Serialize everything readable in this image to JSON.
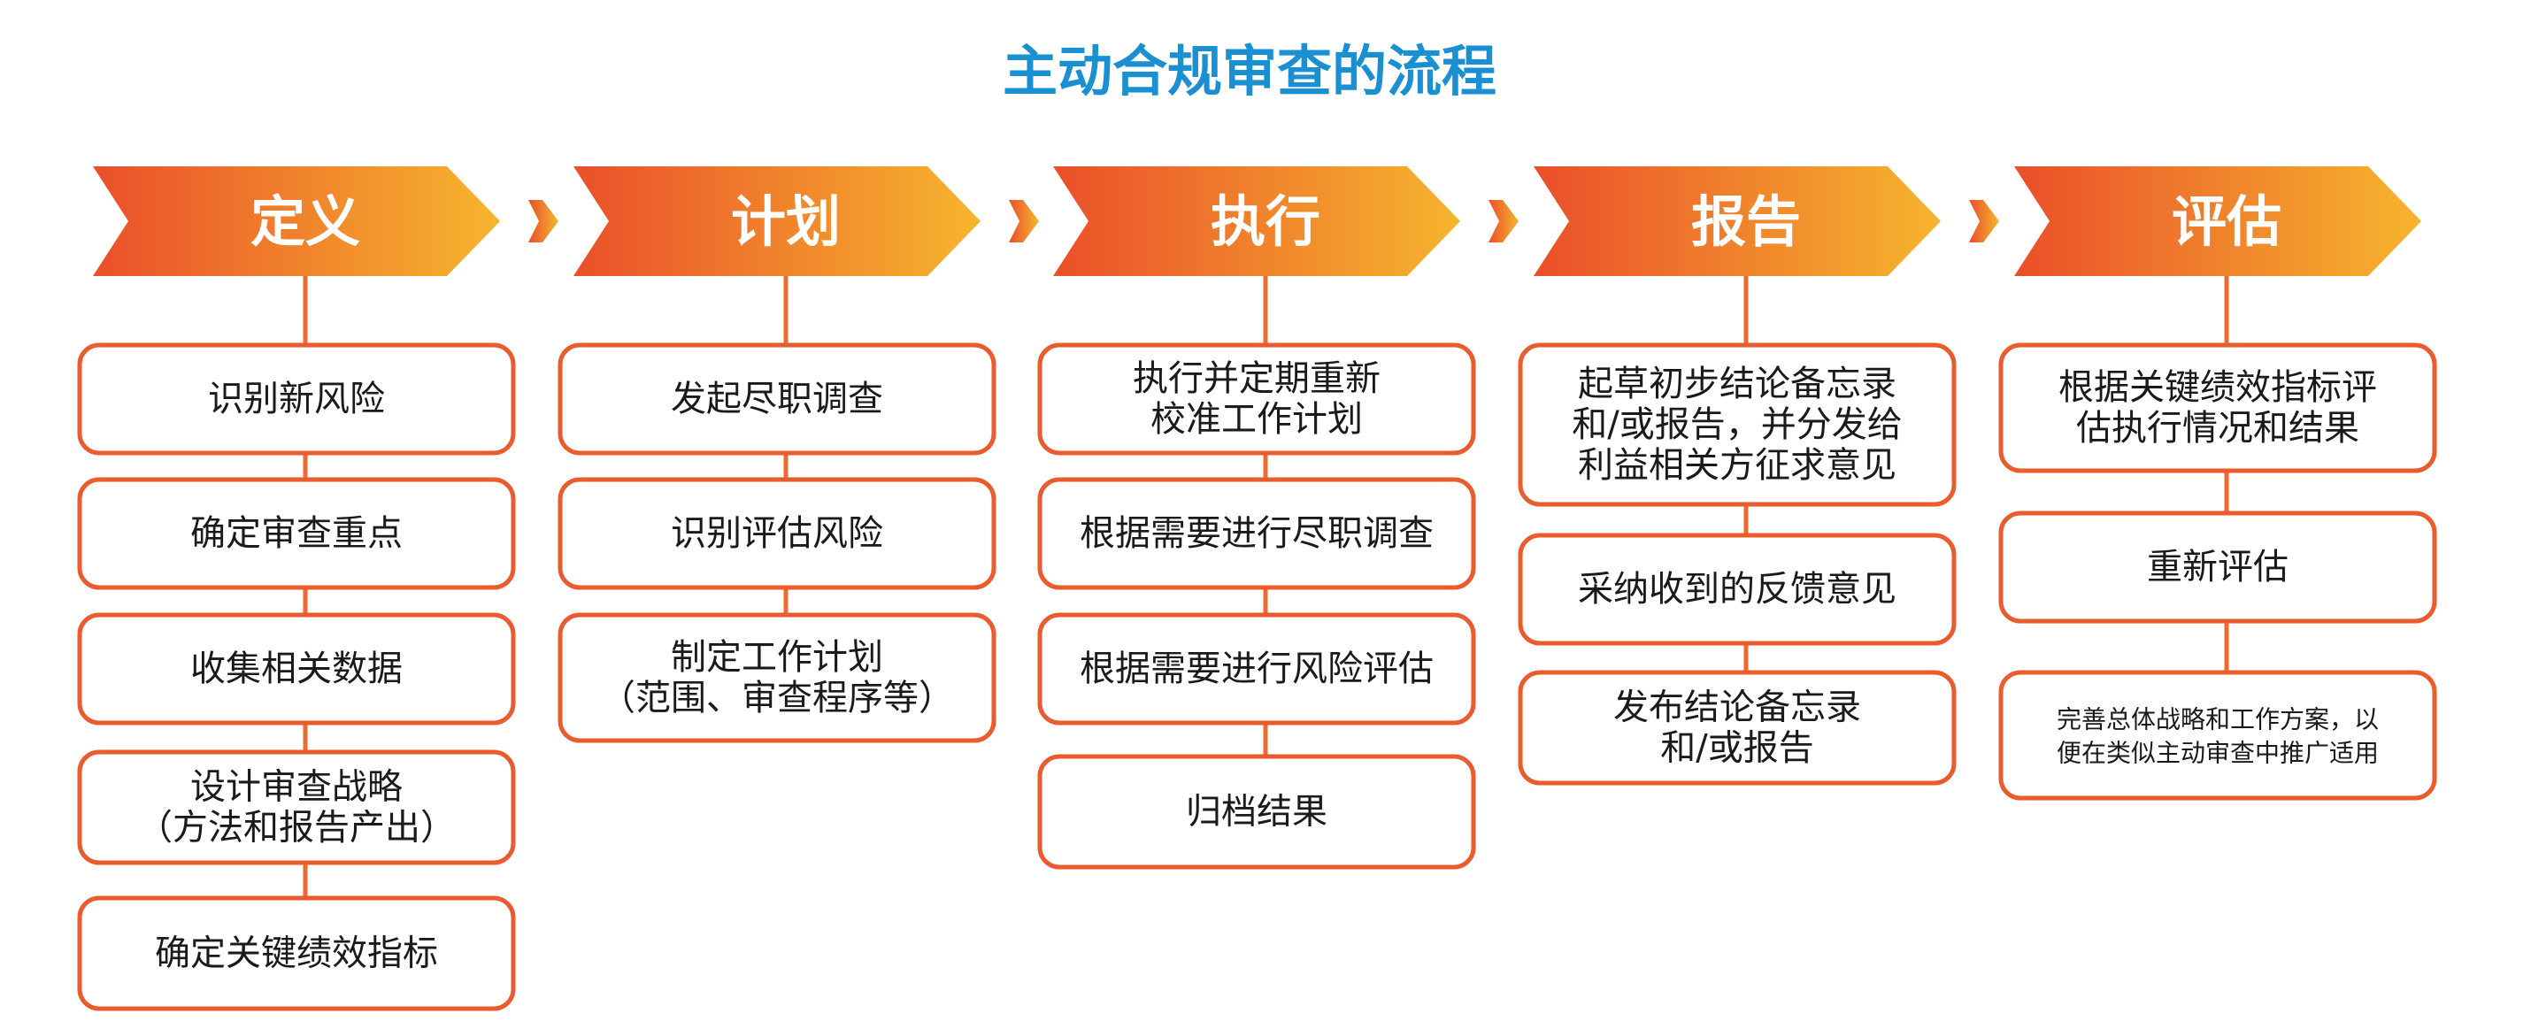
{
  "title": "主动合规审查的流程",
  "colors": {
    "title": "#1a8fd1",
    "stage_gradient_start": "#ea4f2a",
    "stage_gradient_end": "#f6b52e",
    "connector": "#ed6b2f",
    "box_border": "#ea5b2d",
    "text": "#1a1a1a",
    "stage_text": "#ffffff"
  },
  "stages": [
    {
      "label": "定义",
      "steps": [
        [
          "识别新风险"
        ],
        [
          "确定审查重点"
        ],
        [
          "收集相关数据"
        ],
        [
          "设计审查战略",
          "（方法和报告产出）"
        ],
        [
          "确定关键绩效指标"
        ]
      ]
    },
    {
      "label": "计划",
      "steps": [
        [
          "发起尽职调查"
        ],
        [
          "识别评估风险"
        ],
        [
          "制定工作计划",
          "（范围、审查程序等）"
        ]
      ]
    },
    {
      "label": "执行",
      "steps": [
        [
          "执行并定期重新",
          "校准工作计划"
        ],
        [
          "根据需要进行尽职调查"
        ],
        [
          "根据需要进行风险评估"
        ],
        [
          "归档结果"
        ]
      ]
    },
    {
      "label": "报告",
      "steps": [
        [
          "起草初步结论备忘录",
          "和/或报告，并分发给",
          "利益相关方征求意见"
        ],
        [
          "采纳收到的反馈意见"
        ],
        [
          "发布结论备忘录",
          "和/或报告"
        ]
      ]
    },
    {
      "label": "评估",
      "steps": [
        [
          "根据关键绩效指标评",
          "估执行情况和结果"
        ],
        [
          "重新评估"
        ],
        [
          "完善总体战略和工作方案，以",
          "便在类似主动审查中推广适用"
        ]
      ]
    }
  ]
}
